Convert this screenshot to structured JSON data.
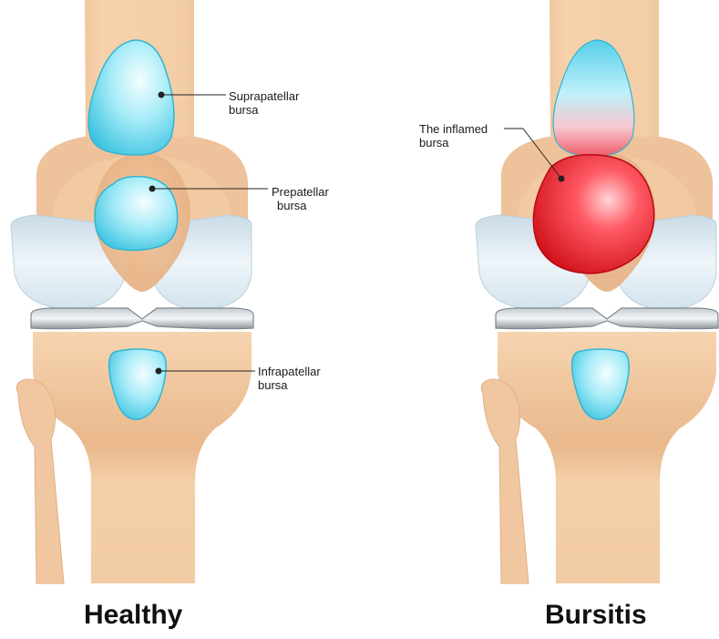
{
  "panels": [
    {
      "caption": "Healthy"
    },
    {
      "caption": "Bursitis"
    }
  ],
  "labels": {
    "suprapatellar": [
      "Suprapatellar",
      "bursa"
    ],
    "prepatellar": [
      "Prepatellar",
      "bursa"
    ],
    "infrapatellar": [
      "Infrapatellar",
      "bursa"
    ],
    "inflamed": [
      "The inflamed",
      "bursa"
    ]
  },
  "colors": {
    "bone": "#f1c8a0",
    "bone_shadow": "#d9a577",
    "cartilage": "#dbe9f2",
    "meniscus": "#9ea8b0",
    "bursa_healthy": "#6fd6ec",
    "bursa_inflamed": "#e8141e",
    "leader_line": "#222222"
  },
  "icons": {
    "leader_dot": "filled-circle"
  }
}
